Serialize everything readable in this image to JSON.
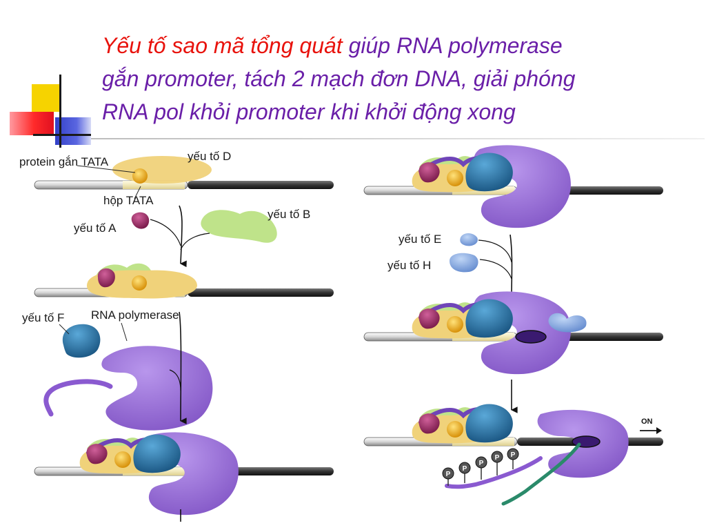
{
  "title": {
    "red": "Yếu tố sao mã tổng quát",
    "rest_line1": " giúp RNA polymerase",
    "line2": "gắn promoter, tách 2 mạch đơn DNA, giải phóng",
    "line3": "RNA pol khỏi promoter khi khởi động xong"
  },
  "labels": {
    "tbp": "protein gắn TATA",
    "factor_d": "yếu tố D",
    "tata_box": "hộp TATA",
    "factor_a": "yếu tố A",
    "factor_b": "yếu tố B",
    "factor_f": "yếu tố F",
    "rna_pol": "RNA polymerase",
    "factor_e": "yếu tố E",
    "factor_h": "yếu tố H",
    "on": "ON",
    "phosphate": "P"
  },
  "colors": {
    "title_red": "#e8120c",
    "title_purple": "#6a1fa8",
    "polymerase": "#9b6fd6",
    "factor_d": "#f0d27a",
    "factor_b": "#bfe38a",
    "factor_a": "#a3336b",
    "factor_f": "#2a78b0",
    "factor_eh": "#8fb3e8",
    "tbp_ball": "#f2b21c",
    "dna_template": "#333333"
  }
}
